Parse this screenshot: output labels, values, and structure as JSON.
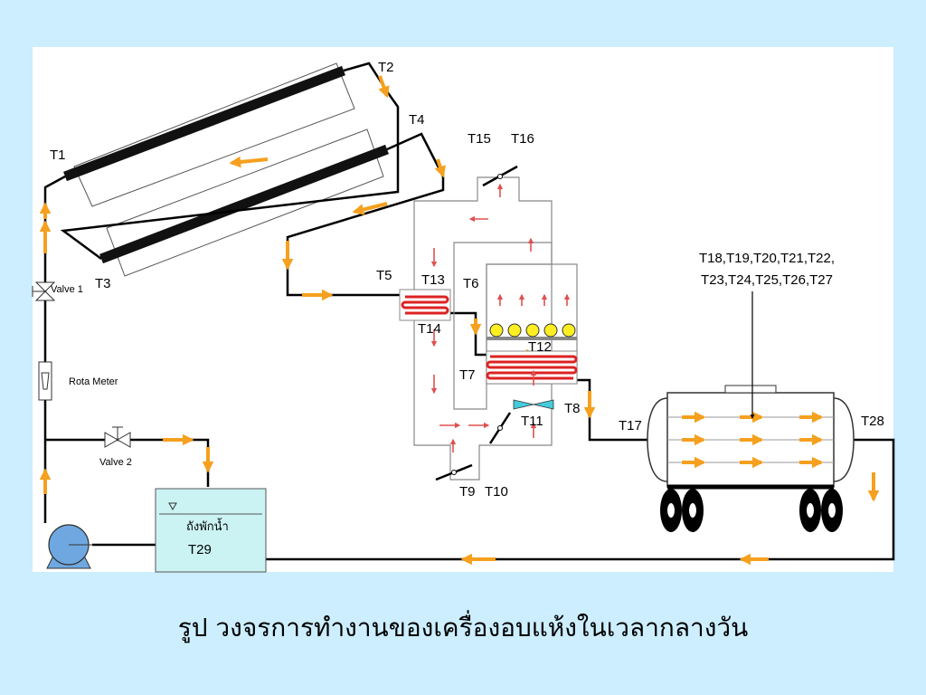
{
  "labels": {
    "t1": "T1",
    "t2": "T2",
    "t3": "T3",
    "t4": "T4",
    "t5": "T5",
    "t6": "T6",
    "t7": "T7",
    "t8": "T8",
    "t9": "T9",
    "t10": "T10",
    "t11": "T11",
    "t12": "T12",
    "t13": "T13",
    "t14": "T14",
    "t15": "T15",
    "t16": "T16",
    "t17": "T17",
    "t28": "T28",
    "t29": "T29",
    "tank_group_line1": "T18,T19,T20,T21,T22,",
    "tank_group_line2": "T23,T24,T25,T26,T27",
    "valve1": "Valve 1",
    "valve2": "Valve 2",
    "rota_meter": "Rota Meter",
    "water_tank": "ถังพักน้ำ"
  },
  "caption": "รูป วงจรการทำงานของเครื่องอบแห้งในเวลากลางวัน",
  "colors": {
    "background": "#cceeff",
    "panel": "#ffffff",
    "pipe": "#000000",
    "flow_arrow": "#f5a01e",
    "air_arrow": "#e05050",
    "heat_exchanger": "#dd2222",
    "water": "#ccf3f3",
    "pump": "#6fa8e0",
    "product": "#ffee22",
    "fan": "#44ccdd"
  }
}
